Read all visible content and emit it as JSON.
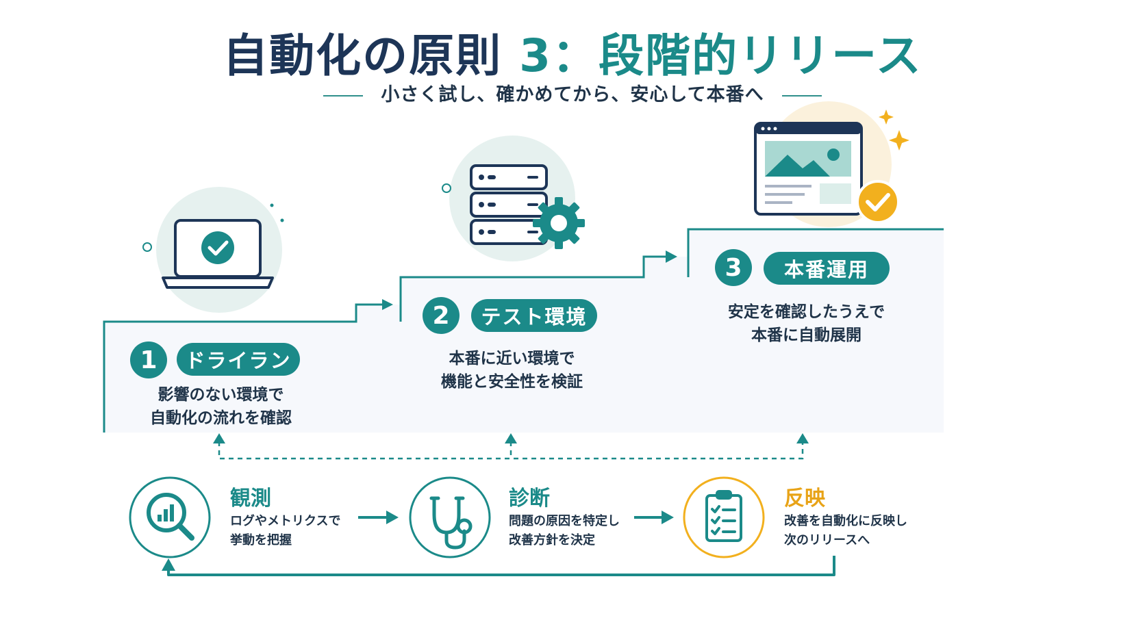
{
  "title": {
    "main": "自動化の原則",
    "highlight": "3：段階的リリース"
  },
  "subtitle": "小さく試し、確かめてから、安心して本番へ",
  "steps": [
    {
      "number": "1",
      "label": "ドライラン",
      "desc1": "影響のない環境で",
      "desc2": "自動化の流れを確認"
    },
    {
      "number": "2",
      "label": "テスト環境",
      "desc1": "本番に近い環境で",
      "desc2": "機能と安全性を検証"
    },
    {
      "number": "3",
      "label": "本番運用",
      "desc1": "安定を確認したうえで",
      "desc2": "本番に自動展開"
    }
  ],
  "cycle": [
    {
      "title": "観測",
      "desc1": "ログやメトリクスで",
      "desc2": "挙動を把握",
      "icon": "magnifier-chart-icon",
      "color": "#1b8a89"
    },
    {
      "title": "診断",
      "desc1": "問題の原因を特定し",
      "desc2": "改善方針を決定",
      "icon": "stethoscope-icon",
      "color": "#1b8a89"
    },
    {
      "title": "反映",
      "desc1": "改善を自動化に反映し",
      "desc2": "次のリリースへ",
      "icon": "clipboard-checklist-icon",
      "color": "#e8a317"
    }
  ],
  "colors": {
    "teal": "#1b8a89",
    "navy": "#1d3557",
    "gold": "#f2b01e",
    "panel": "#f6f8fc",
    "halo": "#e6f1ef"
  }
}
